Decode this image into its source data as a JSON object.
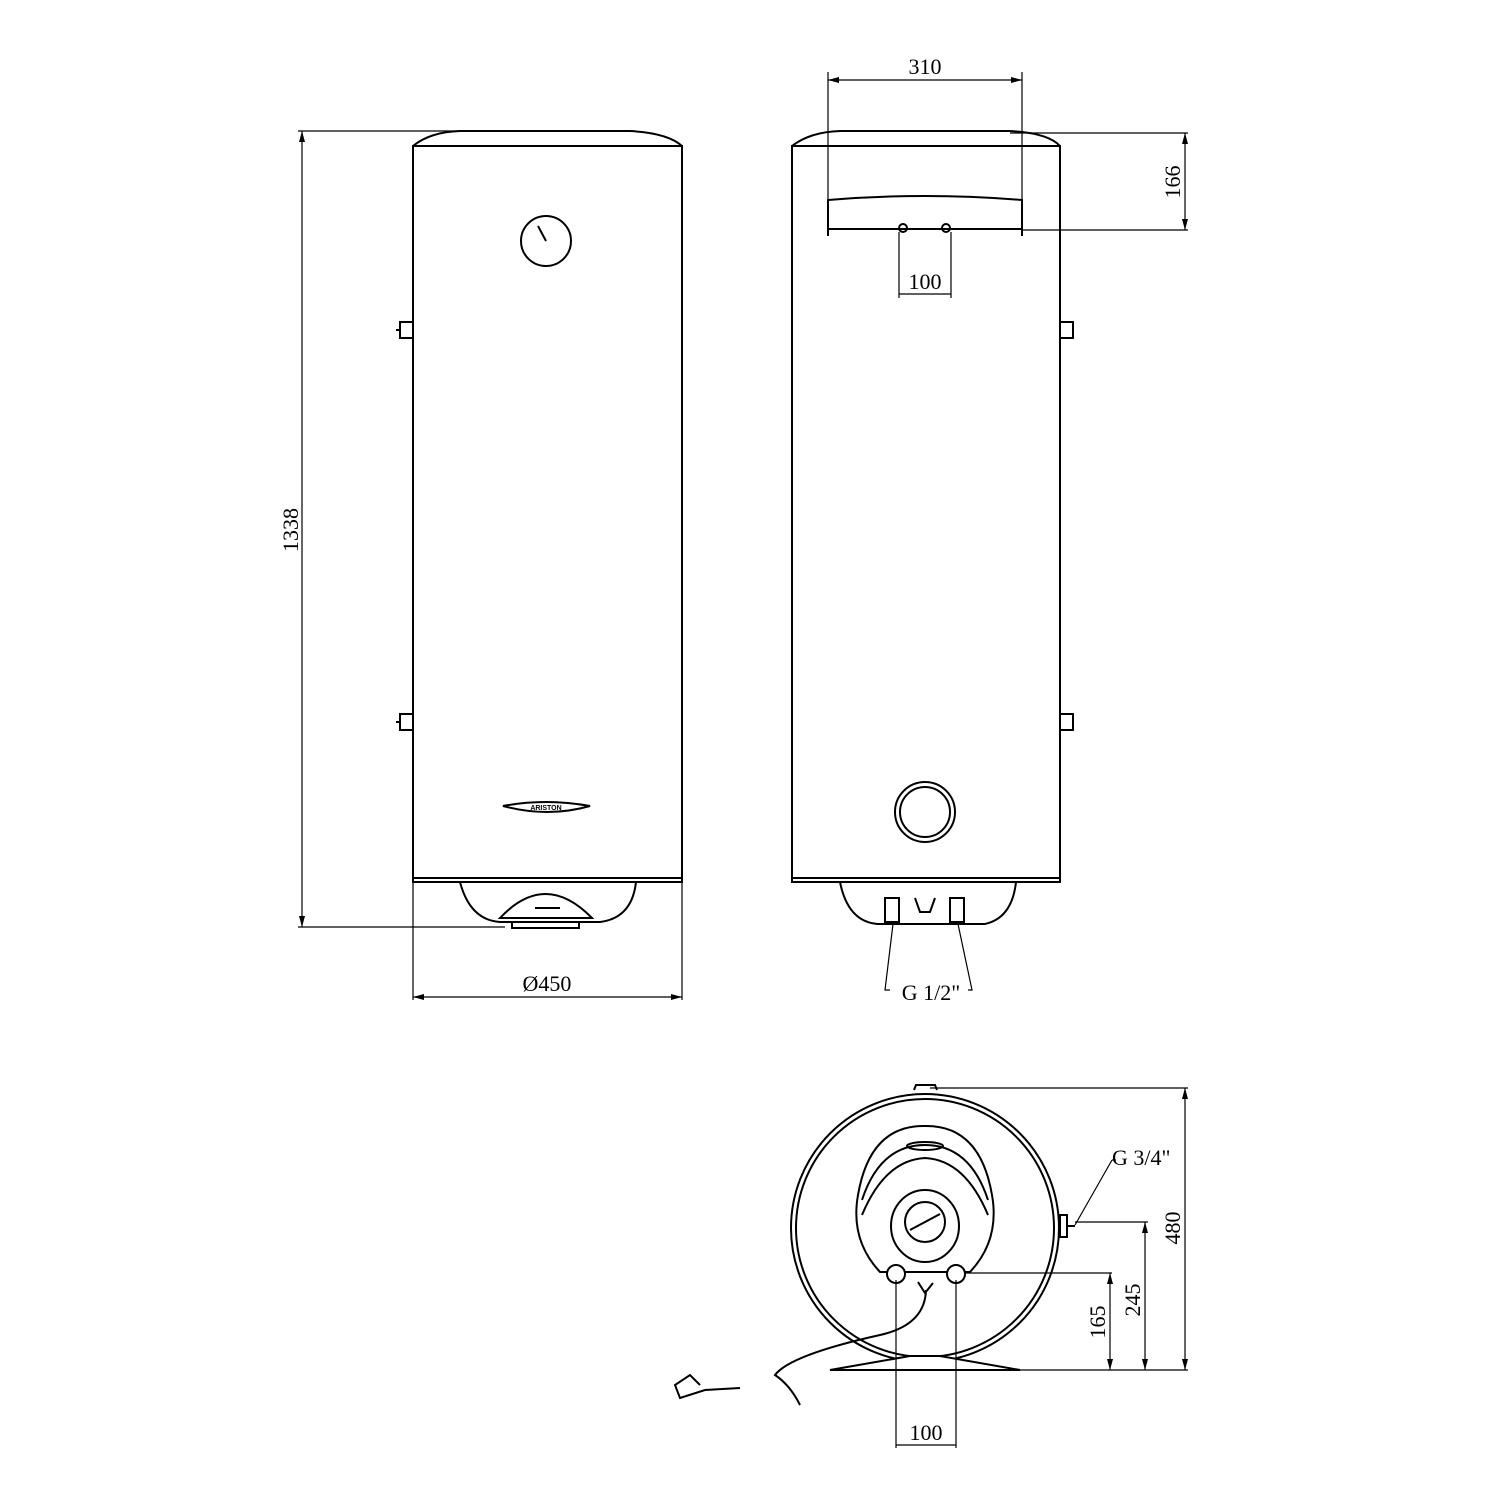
{
  "front_view": {
    "height_label": "1338",
    "diameter_label": "Ø450",
    "brand_logo": "ARISTON"
  },
  "rear_view": {
    "bracket_width_label": "310",
    "bracket_height_label": "166",
    "hole_spacing_label": "100",
    "pipe_thread_label": "G 1/2\""
  },
  "bottom_view": {
    "outlet_thread_label": "G 3/4\"",
    "total_depth_label": "480",
    "outlet_height_label": "245",
    "pipe_height_label": "165",
    "pipe_spacing_label": "100"
  }
}
